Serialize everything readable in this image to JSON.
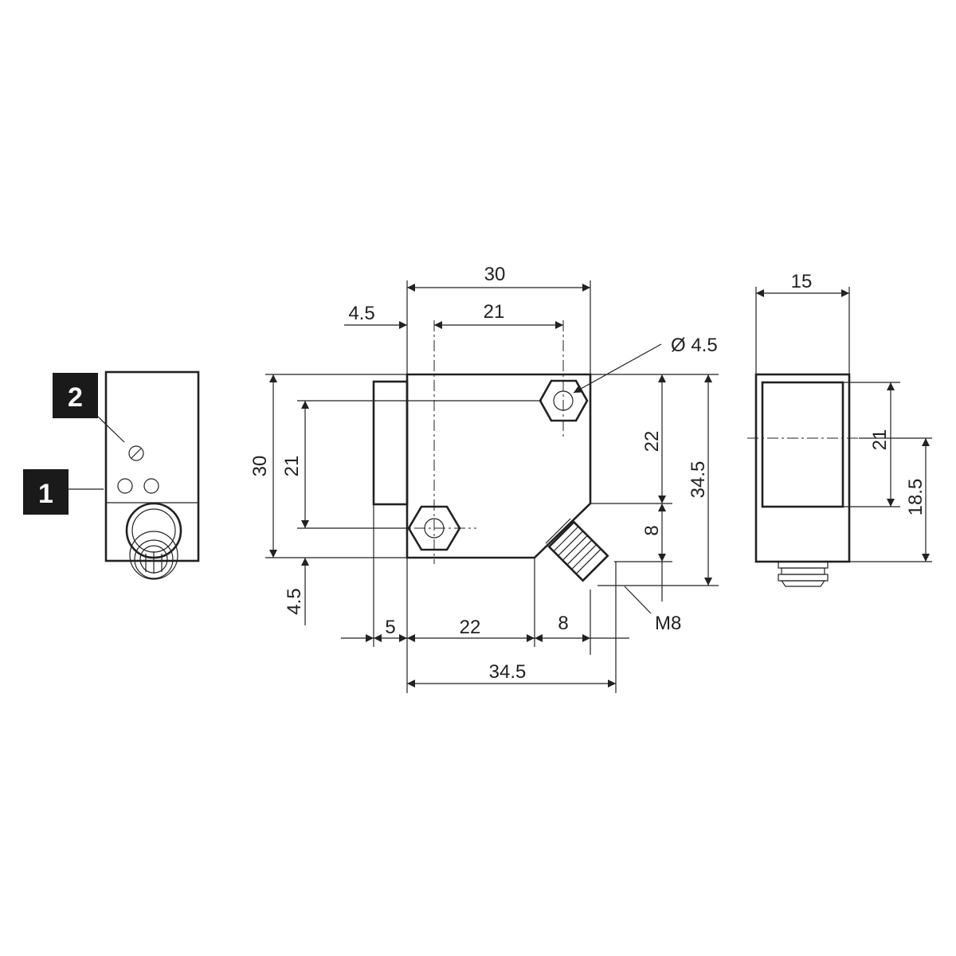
{
  "colors": {
    "line": "#222222",
    "background": "#ffffff",
    "badge": "#1a1a1a",
    "badge_text": "#ffffff"
  },
  "callouts": {
    "item_1": "1",
    "item_2": "2"
  },
  "front_view": {
    "width_30": "30",
    "hole_offset_4_5": "4.5",
    "hole_spacing_21": "21",
    "hole_diameter": "Ø 4.5",
    "height_30": "30",
    "hole_vertical_21": "21",
    "bottom_4_5": "4.5",
    "right_22": "22",
    "right_8": "8",
    "overall_34_5": "34.5",
    "bottom_5": "5",
    "bottom_22": "22",
    "bottom_8": "8",
    "overall_width_34_5": "34.5",
    "thread": "M8"
  },
  "side_view": {
    "width_15": "15",
    "lens_21": "21",
    "axis_18_5": "18.5"
  }
}
